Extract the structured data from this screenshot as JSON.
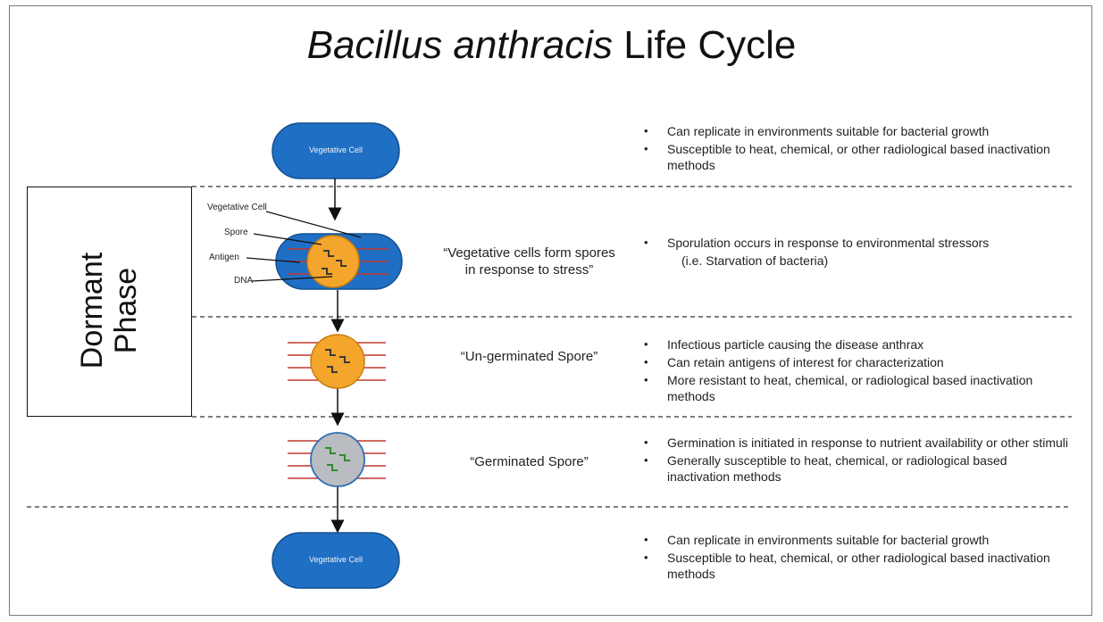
{
  "title": {
    "italic": "Bacillus anthracis",
    "rest": "Life Cycle"
  },
  "dormant_phase": {
    "line1": "Dormant",
    "line2": "Phase"
  },
  "cells": {
    "top_label": "Vegetative Cell",
    "bottom_label": "Vegetative Cell"
  },
  "part_labels": {
    "vegetative_cell": "Vegetative Cell",
    "spore": "Spore",
    "antigen": "Antigen",
    "dna": "DNA"
  },
  "captions": {
    "sporulation_line1": "“Vegetative cells form spores",
    "sporulation_line2": "in response to stress”",
    "ungerminated": "“Un-germinated Spore”",
    "germinated": "“Germinated Spore”"
  },
  "stages": [
    {
      "bullets": [
        "Can replicate in environments suitable for bacterial growth",
        "Susceptible to heat, chemical, or other radiological based inactivation methods"
      ]
    },
    {
      "bullets": [
        "Sporulation occurs in response to environmental stressors"
      ],
      "note": "(i.e. Starvation of bacteria)"
    },
    {
      "bullets": [
        "Infectious particle causing the disease anthrax",
        "Can retain antigens of interest for characterization",
        "More resistant to heat, chemical, or radiological based inactivation methods"
      ]
    },
    {
      "bullets": [
        "Germination is initiated in response to nutrient availability or other stimuli",
        "Generally susceptible to heat, chemical, or radiological based inactivation methods"
      ]
    },
    {
      "bullets": [
        "Can replicate in environments suitable for bacterial growth",
        "Susceptible to heat, chemical, or other radiological based inactivation methods"
      ]
    }
  ],
  "colors": {
    "vegetative_cell": "#1f6fc4",
    "spore": "#f4a52b",
    "germinated_spore": "#b9bcc0",
    "antigen": "#c0392b",
    "dna_dormant": "#3a3a3a",
    "dna_germinated": "#2e8b2e"
  }
}
